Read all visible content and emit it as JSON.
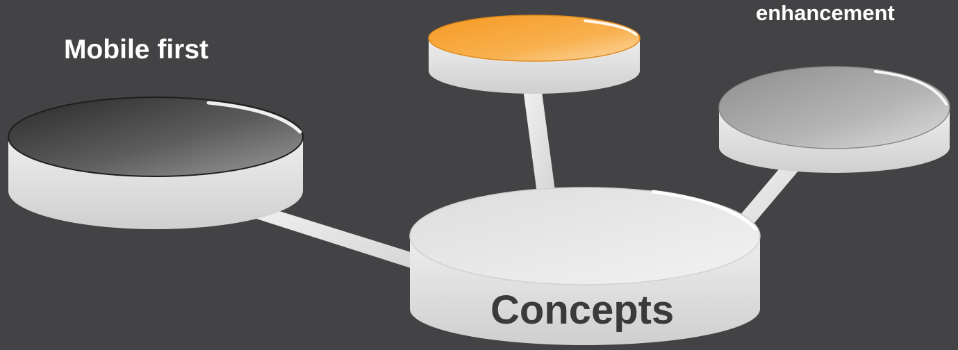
{
  "diagram": {
    "labels": {
      "mobile_first": "Mobile first",
      "enhancement": "enhancement",
      "concepts": "Concepts"
    },
    "colors": {
      "background": "#434245",
      "disc_side": "#dcdcdc",
      "mobile_first_top": "#5a5a5a",
      "top_node_top": "#f6a232",
      "enhancement_top": "#b0b0b0",
      "concepts_top": "#e6e6e6",
      "connector": "#e4e4e4"
    }
  }
}
